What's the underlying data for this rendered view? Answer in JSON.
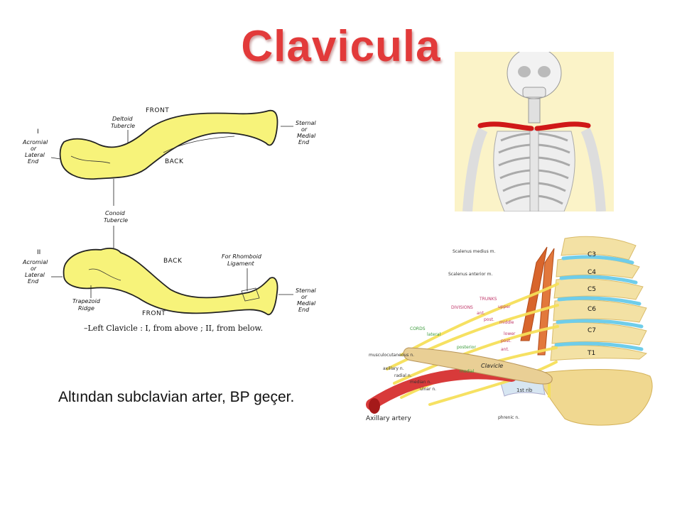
{
  "slide": {
    "title": "Clavicula",
    "body_text": "Altından subclavian arter, BP geçer."
  },
  "diagram1": {
    "figure_I": {
      "roman": "I",
      "front": "FRONT",
      "back": "BACK",
      "deltoid": [
        "Deltoid",
        "Tubercle"
      ],
      "acromial": [
        "Acromial",
        "or",
        "Lateral",
        "End"
      ],
      "sternal": [
        "Sternal",
        "or",
        "Medial",
        "End"
      ]
    },
    "conoid": [
      "Conoid",
      "Tubercle"
    ],
    "figure_II": {
      "roman": "II",
      "back": "BACK",
      "front": "FRONT",
      "rhomboid": [
        "For Rhomboid",
        "Ligament"
      ],
      "acromial": [
        "Acromial",
        "or",
        "Lateral",
        "End"
      ],
      "trapezoid": [
        "Trapezoid",
        "Ridge"
      ],
      "sternal": [
        "Sternal",
        "or",
        "Medial",
        "End"
      ]
    },
    "caption": "–Left Clavicle : I, from above ; II, from below."
  },
  "diagram3": {
    "vertebrae": [
      "C3",
      "C4",
      "C5",
      "C6",
      "C7",
      "T1"
    ],
    "labels": {
      "scalenus_medius": "Scalenus medius m.",
      "scalenus_anterior": "Scalenus anterior m.",
      "trunks": "TRUNKS",
      "divisions": "DIVISIONS",
      "cords": "CORDS",
      "upper": "upper",
      "ant1": "ant.",
      "post1": "post.",
      "middle": "middle",
      "lower": "lower",
      "post2": "post.",
      "ant2": "ant.",
      "lateral": "lateral",
      "posterior": "posterior",
      "medial": "medial",
      "musculocutaneous": "musculocutaneous n.",
      "axillary_n": "axillary n.",
      "radial": "radial n.",
      "median": "median n.",
      "ulnar": "ulnar n.",
      "clavicle": "Clavicle",
      "first_rib": "1st rib",
      "phrenic": "phrenic n.",
      "axillary_artery": "Axillary artery"
    }
  },
  "colors": {
    "title": "#e23a3a",
    "bone_yellow": "#f7f37a",
    "clavicle_red": "#d01818",
    "skeleton_bg": "#fbf3c8"
  }
}
